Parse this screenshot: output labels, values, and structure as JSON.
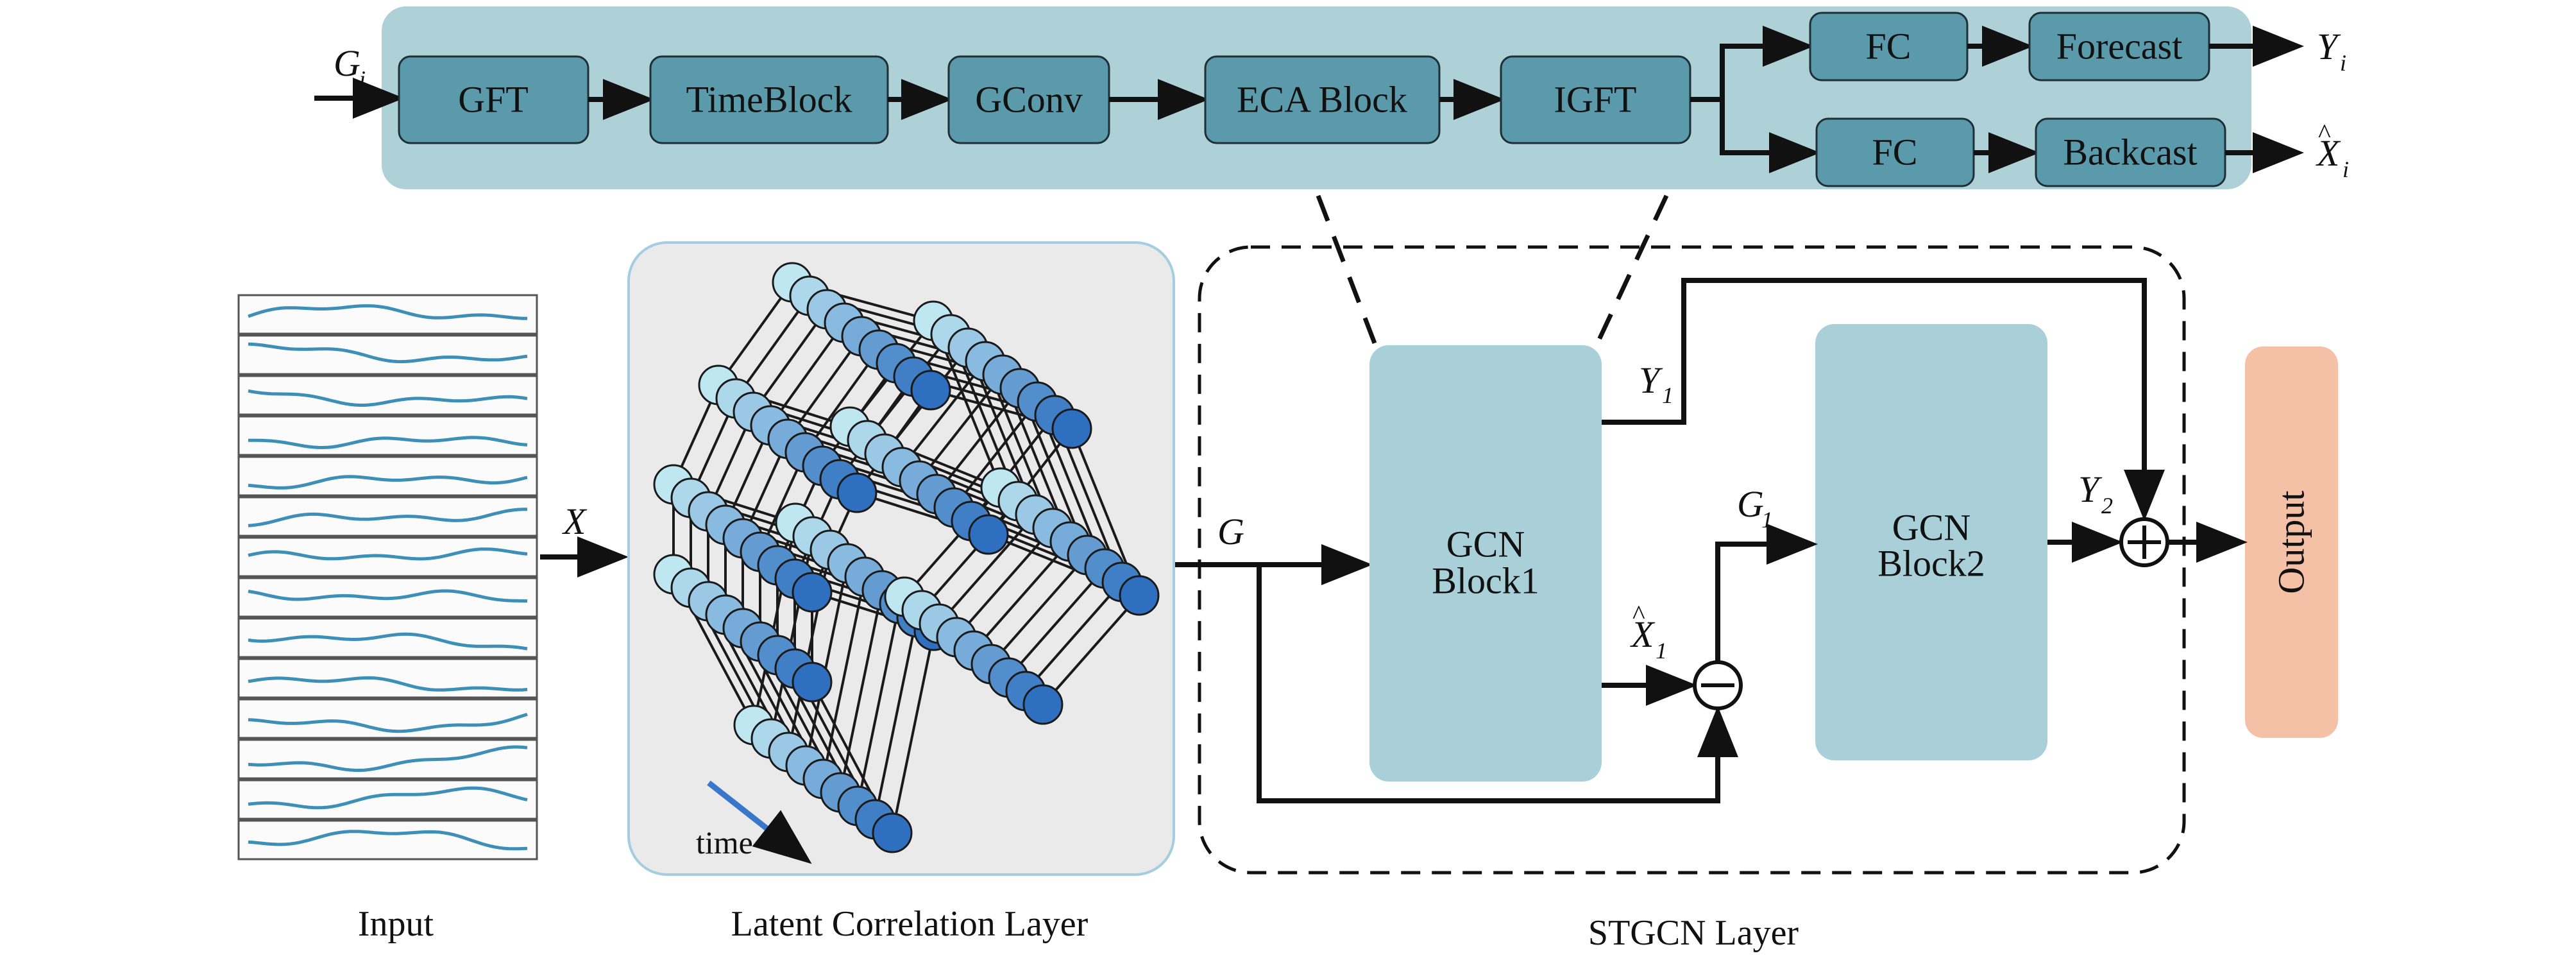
{
  "colors": {
    "banner": "#aed1d7",
    "block": "#5a9aab",
    "gcn_block": "#a9d0d8",
    "output_block": "#f4c1a7",
    "latent_bg": "#ebeaea",
    "latent_border": "#a4cde2",
    "node_light": "#bfe7f2",
    "node_dark": "#2e6fbf",
    "series_line": "#3d8fb8"
  },
  "top_pipeline": {
    "input_var": "G",
    "input_sub": "i",
    "blocks": [
      "GFT",
      "TimeBlock",
      "GConv",
      "ECA Block",
      "IGFT"
    ],
    "forecast_branch": [
      "FC",
      "Forecast"
    ],
    "backcast_branch": [
      "FC",
      "Backcast"
    ],
    "out_forecast_var": "Y",
    "out_forecast_sub": "i",
    "out_backcast_var": "X",
    "out_backcast_sub": "i"
  },
  "input_section": {
    "label": "Input",
    "arrow_var": "X",
    "series_count": 14
  },
  "latent_section": {
    "label": "Latent Correlation Layer",
    "time_label": "time"
  },
  "stgcn": {
    "label": "STGCN Layer",
    "g_in": "G",
    "block1": [
      "GCN",
      "Block1"
    ],
    "block2": [
      "GCN",
      "Block2"
    ],
    "y1_var": "Y",
    "y1_sub": "1",
    "x1_var": "X",
    "x1_sub": "1",
    "g1_var": "G",
    "g1_sub": "1",
    "y2_var": "Y",
    "y2_sub": "2",
    "minus_symbol": "−",
    "plus_symbol": "+",
    "output": "Output"
  },
  "icons": [
    "arrow-icon",
    "subtract-icon",
    "add-icon"
  ]
}
